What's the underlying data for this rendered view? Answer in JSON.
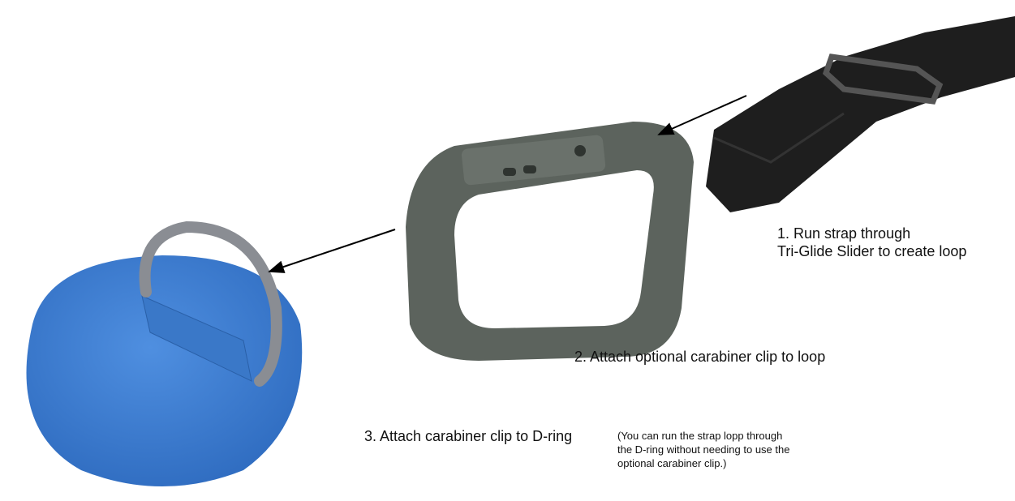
{
  "steps": {
    "step1_line1": "1. Run strap through",
    "step1_line2": "Tri-Glide Slider to create loop",
    "step2": "2. Attach optional carabiner clip to loop",
    "step3": "3. Attach carabiner clip to D-ring"
  },
  "note": {
    "line1": "(You can run the strap lopp through",
    "line2": "the D-ring without needing to use the",
    "line3": "optional carabiner clip.)"
  },
  "colors": {
    "patch": "#3f7fd0",
    "carabiner": "#5c635d",
    "strap": "#1c1c1c",
    "ring": "#8a8d93"
  }
}
